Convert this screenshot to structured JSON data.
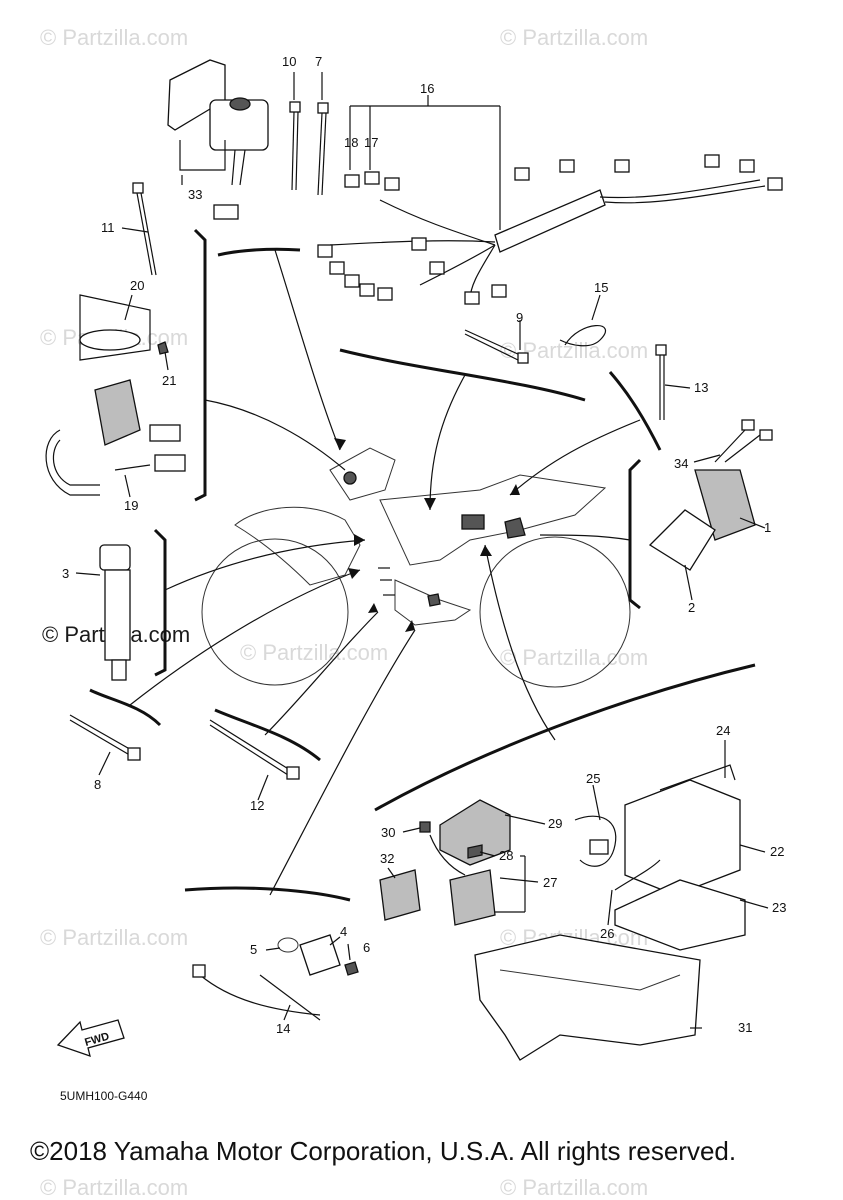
{
  "watermarks": [
    {
      "text": "© Partzilla.com"
    },
    {
      "text": "© Partzilla.com"
    },
    {
      "text": "© Partzilla.com"
    },
    {
      "text": "© Partzilla.com"
    },
    {
      "text": "© Partzilla.com"
    },
    {
      "text": "© Partzilla.com"
    },
    {
      "text": "© Partzilla.com"
    },
    {
      "text": "© Partzilla.com"
    },
    {
      "text": "© Partzilla.com"
    },
    {
      "text": "© Partzilla.com"
    }
  ],
  "watermark_main": "© Partzilla.com",
  "callouts": [
    "1",
    "2",
    "3",
    "4",
    "5",
    "6",
    "7",
    "8",
    "9",
    "10",
    "11",
    "12",
    "13",
    "14",
    "15",
    "16",
    "17",
    "18",
    "19",
    "20",
    "21",
    "22",
    "23",
    "24",
    "25",
    "26",
    "27",
    "28",
    "29",
    "30",
    "31",
    "32",
    "33",
    "34"
  ],
  "fwd_label": "FWD",
  "diagram_code": "5UMH100-G440",
  "copyright": "©2018 Yamaha Motor Corporation, U.S.A. All rights reserved."
}
